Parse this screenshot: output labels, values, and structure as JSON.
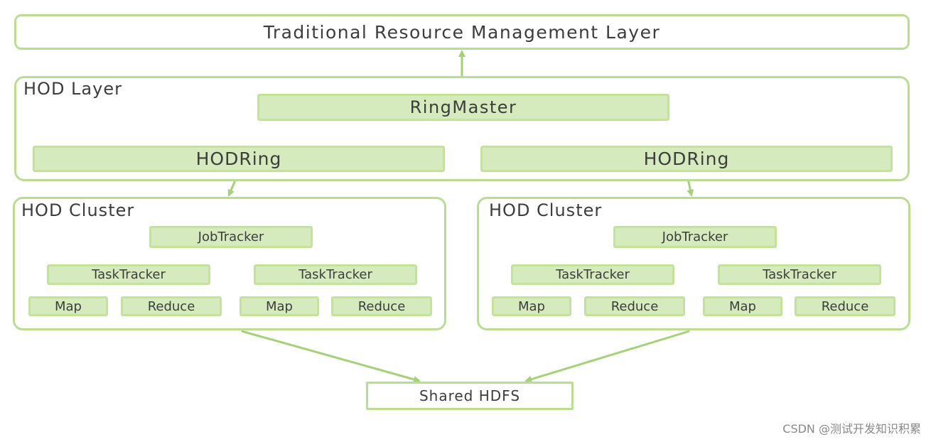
{
  "top_layer": {
    "title": "Traditional Resource Management Layer"
  },
  "hod_layer": {
    "title": "HOD Layer",
    "ringmaster": "RingMaster",
    "hodrings": [
      "HODRing",
      "HODRing"
    ]
  },
  "clusters": [
    {
      "title": "HOD Cluster",
      "jobtracker": "JobTracker",
      "tasktrackers": [
        {
          "label": "TaskTracker",
          "map": "Map",
          "reduce": "Reduce"
        },
        {
          "label": "TaskTracker",
          "map": "Map",
          "reduce": "Reduce"
        }
      ]
    },
    {
      "title": "HOD Cluster",
      "jobtracker": "JobTracker",
      "tasktrackers": [
        {
          "label": "TaskTracker",
          "map": "Map",
          "reduce": "Reduce"
        },
        {
          "label": "TaskTracker",
          "map": "Map",
          "reduce": "Reduce"
        }
      ]
    }
  ],
  "shared_hdfs": "Shared HDFS",
  "watermark": "CSDN @测试开发知识积累",
  "colors": {
    "border": "#b9dd94",
    "fill": "#d6ebbd",
    "arrow": "#a6d17a"
  }
}
